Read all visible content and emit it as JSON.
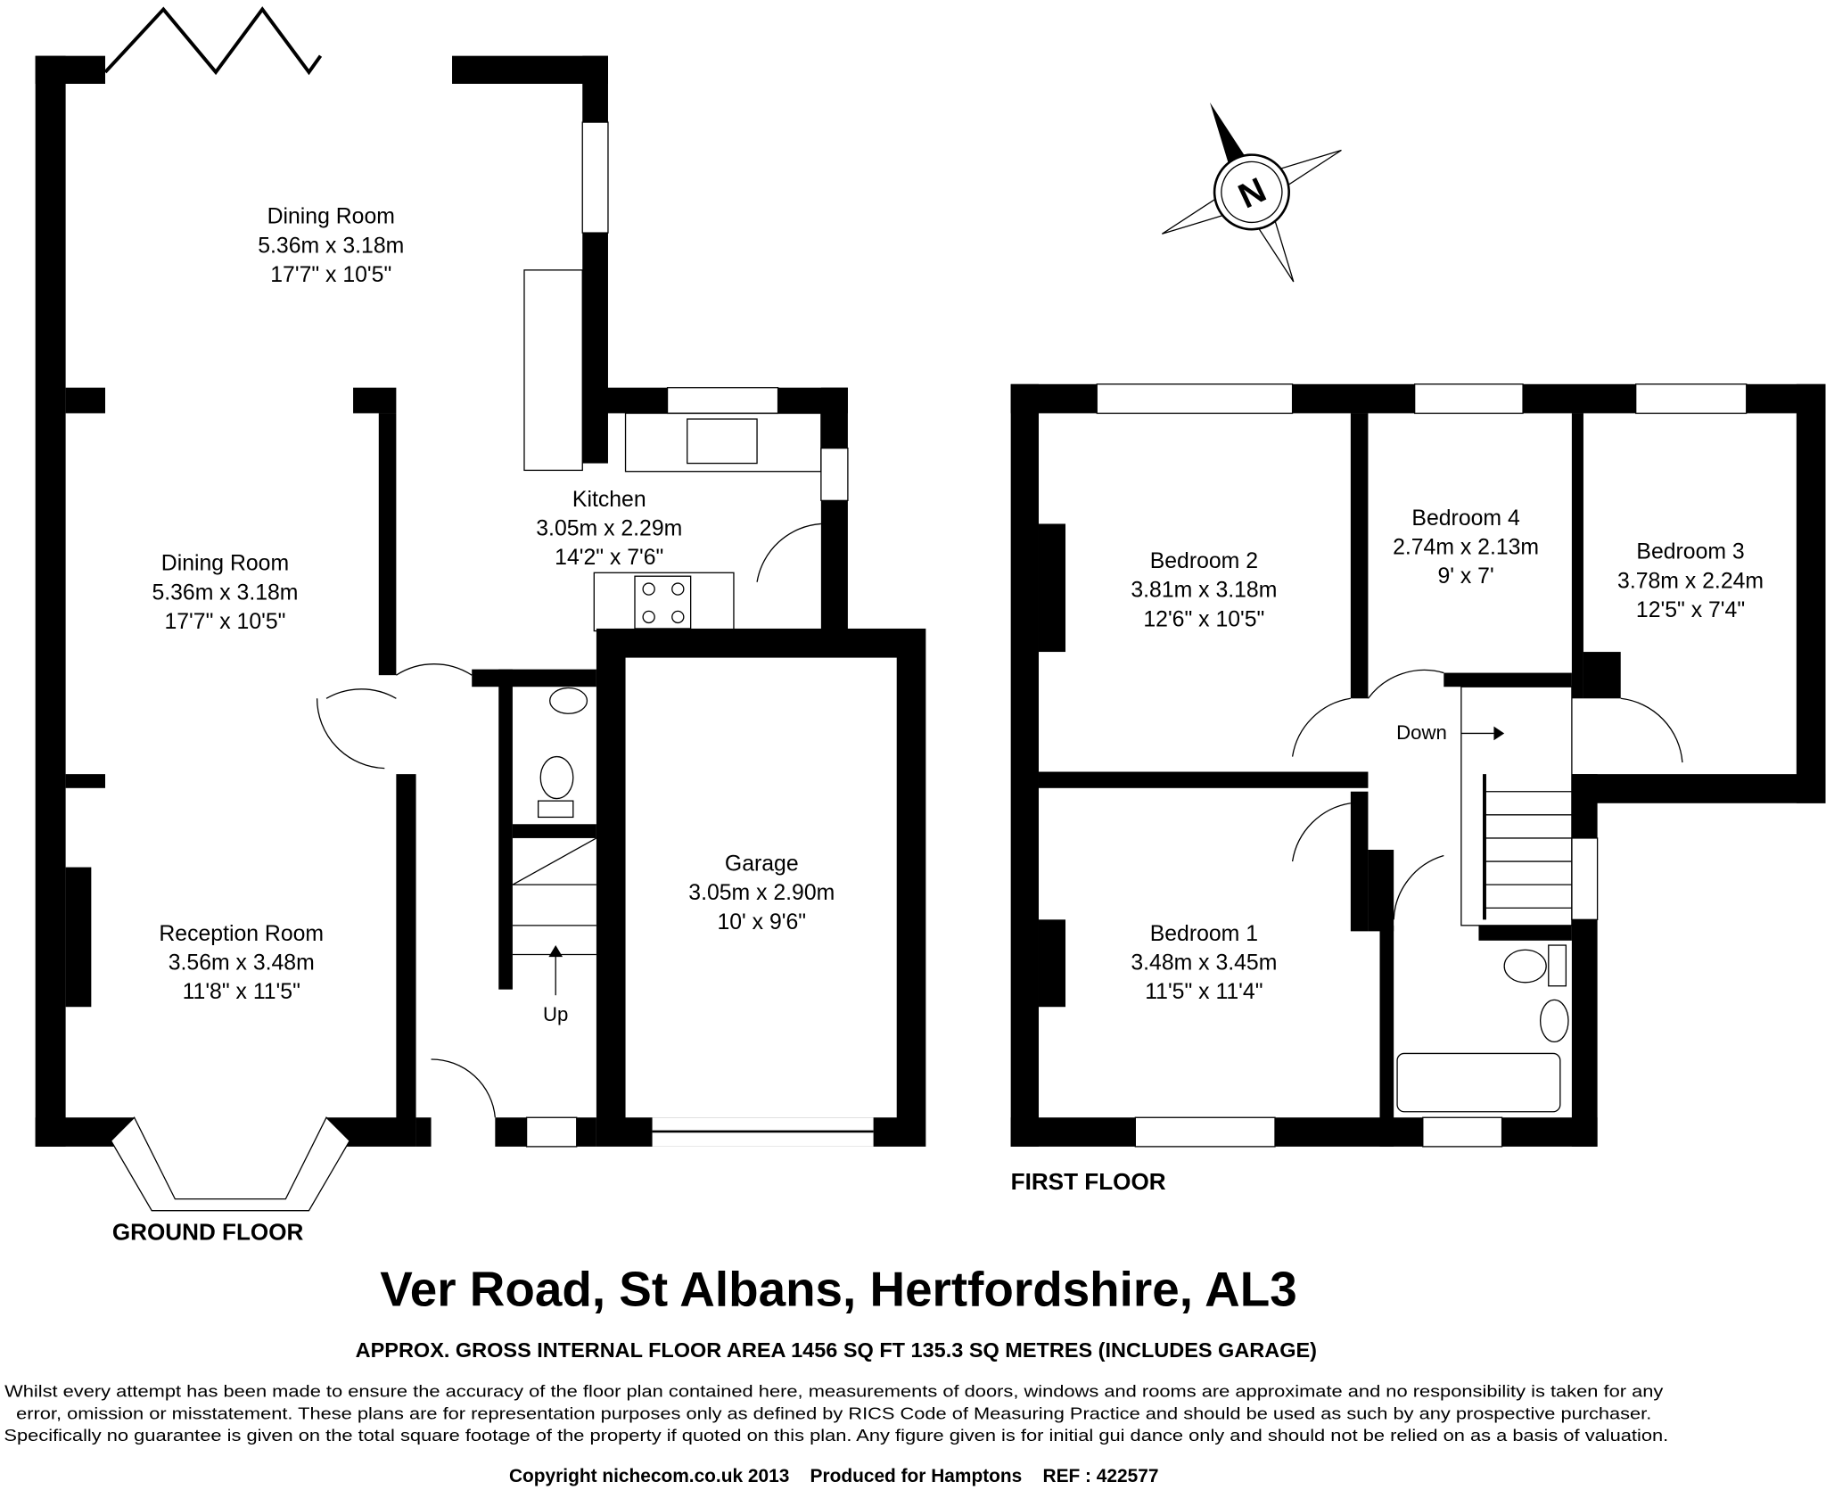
{
  "ground_floor": {
    "label": "GROUND FLOOR",
    "rooms": [
      {
        "name": "Dining Room",
        "metric": "5.36m x 3.18m",
        "imperial": "17'7\" x 10'5\""
      },
      {
        "name": "Dining Room",
        "metric": "5.36m x 3.18m",
        "imperial": "17'7\" x 10'5\""
      },
      {
        "name": "Kitchen",
        "metric": "3.05m x 2.29m",
        "imperial": "14'2\" x 7'6\""
      },
      {
        "name": "Reception Room",
        "metric": "3.56m x 3.48m",
        "imperial": "11'8\" x 11'5\""
      },
      {
        "name": "Garage",
        "metric": "3.05m x 2.90m",
        "imperial": "10' x 9'6\""
      }
    ],
    "stairs_label": "Up"
  },
  "first_floor": {
    "label": "FIRST FLOOR",
    "rooms": [
      {
        "name": "Bedroom 2",
        "metric": "3.81m x 3.18m",
        "imperial": "12'6\" x 10'5\""
      },
      {
        "name": "Bedroom 4",
        "metric": "2.74m x 2.13m",
        "imperial": "9' x 7'"
      },
      {
        "name": "Bedroom 3",
        "metric": "3.78m x 2.24m",
        "imperial": "12'5\" x 7'4\""
      },
      {
        "name": "Bedroom 1",
        "metric": "3.48m x 3.45m",
        "imperial": "11'5\" x 11'4\""
      }
    ],
    "stairs_label": "Down"
  },
  "compass": {
    "letter": "N"
  },
  "address": "Ver Road, St Albans, Hertfordshire, AL3",
  "area": "APPROX. GROSS INTERNAL FLOOR AREA 1456 SQ FT 135.3 SQ METRES (INCLUDES GARAGE)",
  "disclaimer": [
    "Whilst every attempt has been made to ensure the accuracy of the floor plan contained here, measurements of doors, windows and rooms are approximate and no responsibility is taken for any",
    "error, omission or misstatement. These plans are for representation purposes only as defined by RICS Code of Measuring Practice and should be used as such by any prospective purchaser.",
    "Specifically no guarantee is given on the total square footage of the property if quoted on this plan. Any figure given is for initial gui dance only and should not be relied on as a basis of valuation."
  ],
  "footer": "Copyright nichecom.co.uk 2013    Produced for Hamptons    REF : 422577"
}
